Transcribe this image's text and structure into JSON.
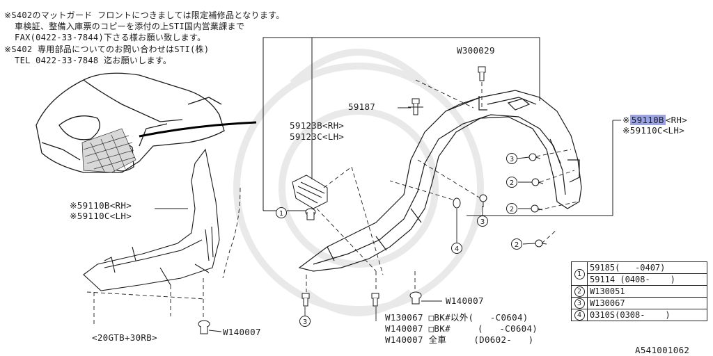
{
  "notes": [
    "※S402のマットガード フロントにつきましては限定補修品となります。",
    "  車検証、整備入庫票のコピーを添付の上STI国内営業課まで",
    "  FAX(0422-33-7844)下さる様お願い致します。",
    "※S402 専用部品についてのお問い合わせはSTI(株)",
    "  TEL 0422-33-7848 迄お願いします。"
  ],
  "labels": {
    "w300029": "W300029",
    "p59187": "59187",
    "p59123b": "59123B<RH>",
    "p59123c": "59123C<LH>",
    "star": "※",
    "p59110b_right": "59110B",
    "rh_suffix": "<RH>",
    "p59110c_right": "※59110C<LH>",
    "p59110b_left": "※59110B<RH>",
    "p59110c_left": "※59110C<LH>",
    "w140007_mid": "W140007",
    "w140007_left": "W140007",
    "variant_left": "<20GTB+30RB>",
    "w_line1": "W130067 □BK#以外(   -C0604)",
    "w_line2": "W140007 □BK#     (   -C0604)",
    "w_line3": "W140007 全車     (D0602-   )",
    "figure_code": "A541001062"
  },
  "callouts": {
    "c1": "1",
    "c2": "2",
    "c3": "3",
    "c4": "4"
  },
  "legend": [
    {
      "idx": "1",
      "rows": [
        "59185(   -0407)",
        "59114 (0408-    )"
      ]
    },
    {
      "idx": "2",
      "rows": [
        "W130051"
      ]
    },
    {
      "idx": "3",
      "rows": [
        "W130067"
      ]
    },
    {
      "idx": "4",
      "rows": [
        "0310S(0308-    )"
      ]
    }
  ],
  "colors": {
    "line": "#1a1a1a",
    "highlight": "#9aa3e6",
    "watermark": "#e9e9e9"
  }
}
